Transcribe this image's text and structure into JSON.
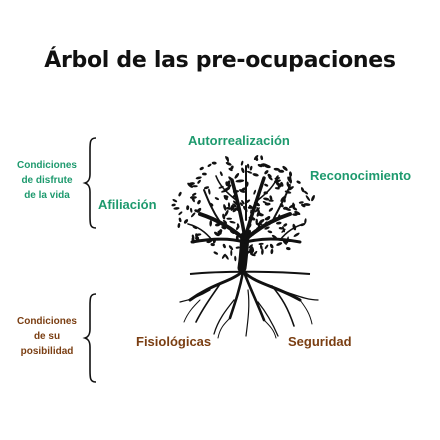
{
  "title": "Árbol de las pre-ocupaciones",
  "groups": {
    "upper": {
      "lines": [
        "Condiciones",
        "de disfrute",
        "de la vida"
      ],
      "color": "#1e9a6e"
    },
    "lower": {
      "lines": [
        "Condiciones",
        "de su",
        "posibilidad"
      ],
      "color": "#7a3e12"
    }
  },
  "needs": {
    "autorrealizacion": "Autorrealización",
    "reconocimiento": "Reconocimiento",
    "afiliacion": "Afiliación",
    "fisiologicas": "Fisiológicas",
    "seguridad": "Seguridad"
  },
  "colors": {
    "green": "#1e9a6e",
    "brown": "#7a3e12",
    "tree": "#111111"
  },
  "icons": [
    "tree-icon",
    "curly-brace-icon"
  ]
}
